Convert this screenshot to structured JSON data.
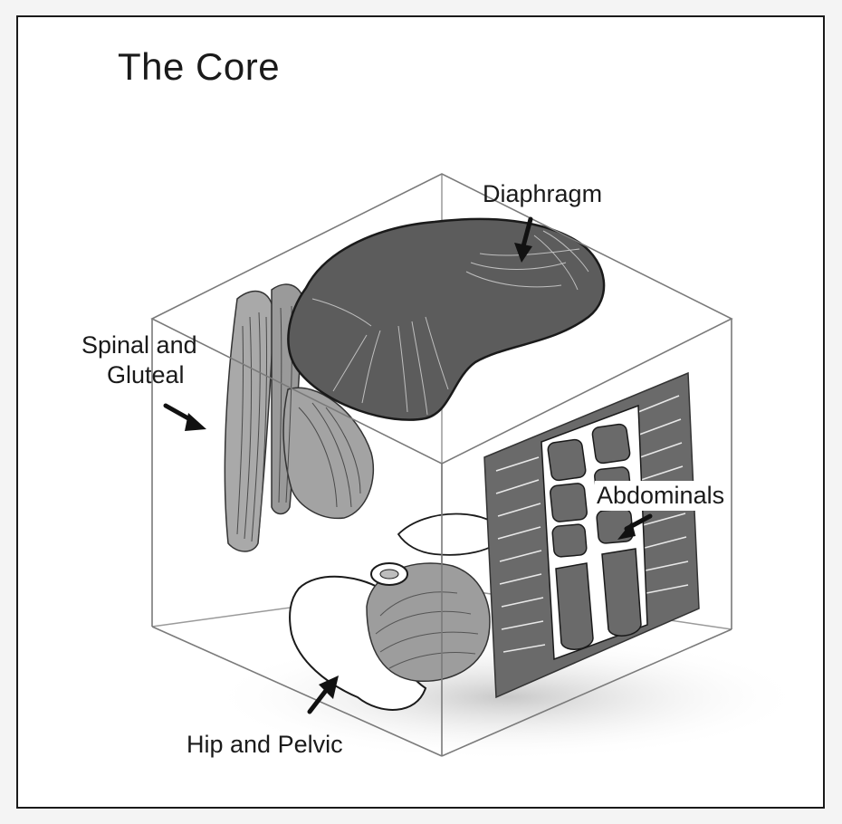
{
  "title": "The Core",
  "labels": {
    "diaphragm": "Diaphragm",
    "spinal_line1": "Spinal and",
    "spinal_line2": "Gluteal",
    "abdominals": "Abdominals",
    "hip": "Hip and Pelvic"
  },
  "colors": {
    "muscle_dark": "#5b5b5b",
    "muscle_mid": "#8a8a8a",
    "muscle_light": "#b4b4b4",
    "line": "#1a1a1a",
    "shadow": "#d6d6d6"
  }
}
